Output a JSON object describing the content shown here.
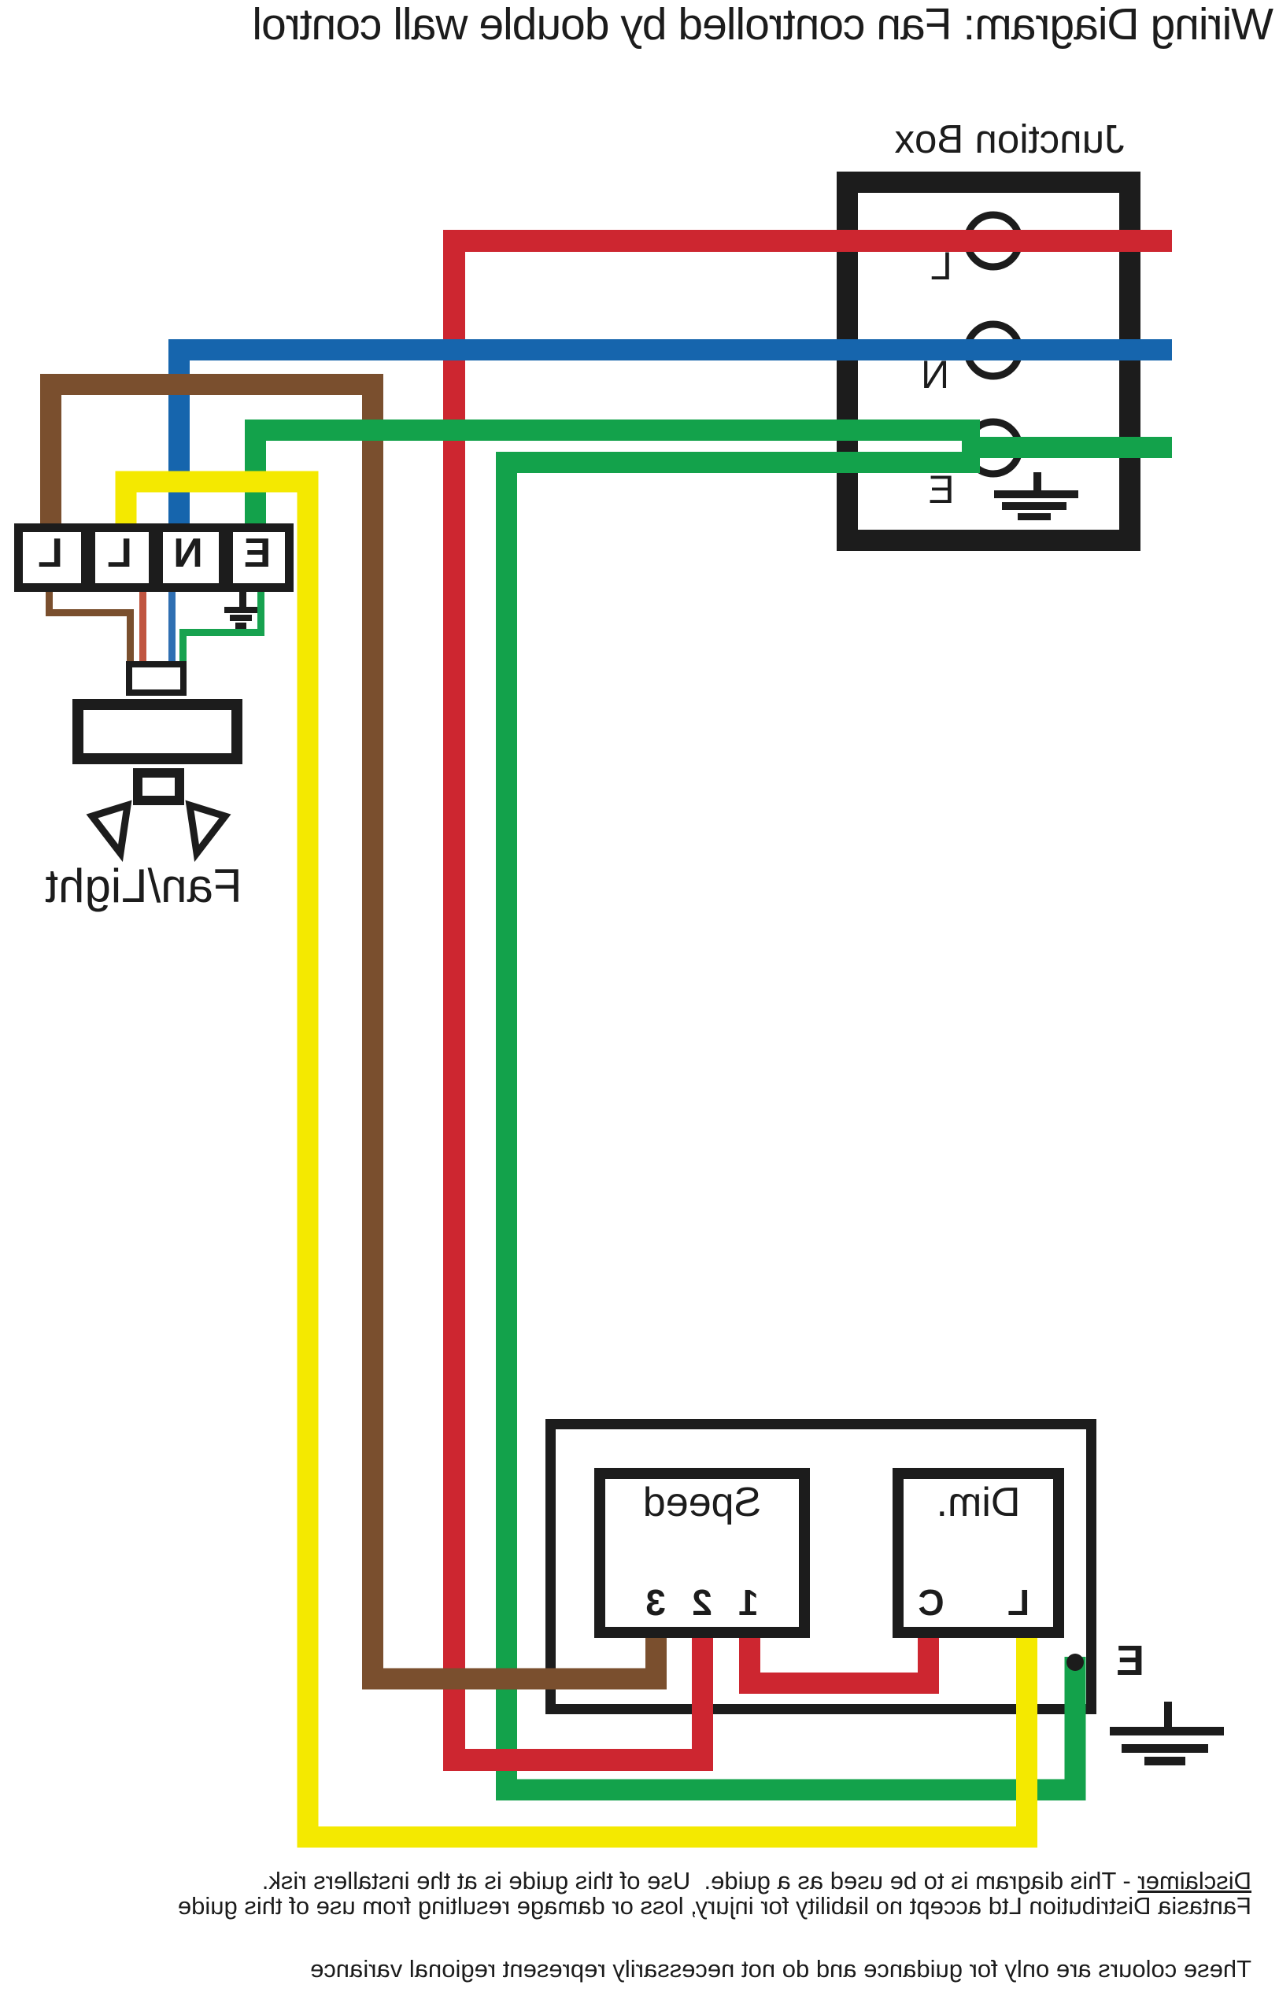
{
  "title": "Wiring Diagram: Fan controlled by double wall control",
  "colors": {
    "black": "#1c1c1c",
    "red": "#cd2630",
    "blue": "#1665ad",
    "green": "#13a24b",
    "yellow": "#f4e900",
    "brown": "#7a4f2e",
    "thin_red": "#c05540",
    "thin_blue": "#2f6fb2",
    "thin_green": "#17a24f",
    "thin_brown": "#7a4f2e",
    "white": "#ffffff"
  },
  "junction_box": {
    "label": "Junction Box",
    "terminals": [
      "L",
      "N",
      "E"
    ]
  },
  "fan_unit": {
    "label": "Fan/Light",
    "cells": [
      "L",
      "L",
      "N",
      "E"
    ]
  },
  "speed_switch": {
    "label": "Speed",
    "terminals": [
      "1",
      "2",
      "3"
    ]
  },
  "dim_switch": {
    "label": "Dim.",
    "terminals": [
      "L",
      "C"
    ]
  },
  "wall_box": {
    "earth_label": "E"
  },
  "disclaimer": {
    "word": "Disclaimer",
    "line1_rest": " - This diagram is to be used as a guide.  Use of this guide is at the installers risk.",
    "line2": "Fantasia Distribution Ltd accept no liability for injury, loss or damage resulting from use of this guide",
    "line3": "These colours are only for guidance and do not necessarily represent regional variance"
  }
}
